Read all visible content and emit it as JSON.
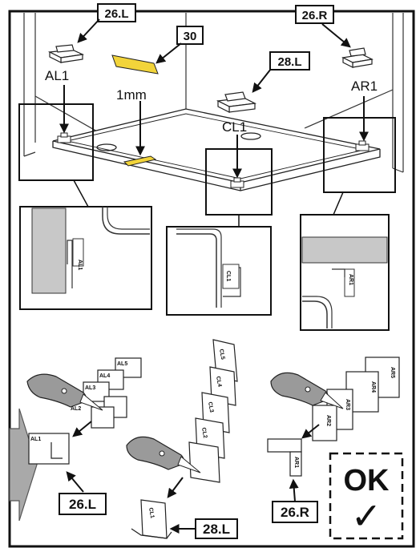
{
  "refs": {
    "top_left": "26.L",
    "top_right": "26.R",
    "strip_number": "30",
    "center": "28.L",
    "bottom_left": "26.L",
    "bottom_center": "28.L",
    "bottom_right": "26.R"
  },
  "labels": {
    "al1": "AL1",
    "ar1": "AR1",
    "cl1": "CL1",
    "thickness": "1mm"
  },
  "detail_tags": {
    "left": "AL1",
    "center": "CL1",
    "right": "AR1"
  },
  "left_parts": [
    "AL5",
    "AL4",
    "AL3",
    "AL2",
    "AL1"
  ],
  "center_parts": [
    "CL5",
    "CL4",
    "CL3",
    "CL2",
    "CL1"
  ],
  "right_parts": [
    "AR5",
    "AR4",
    "AR3",
    "AR2",
    "AR1"
  ],
  "ok_badge": {
    "text": "OK",
    "symbol": "✓"
  },
  "colors": {
    "strip": "#f2d43a",
    "gray_panel": "#c8c8c8",
    "side_arrow": "#a9a9a9"
  }
}
